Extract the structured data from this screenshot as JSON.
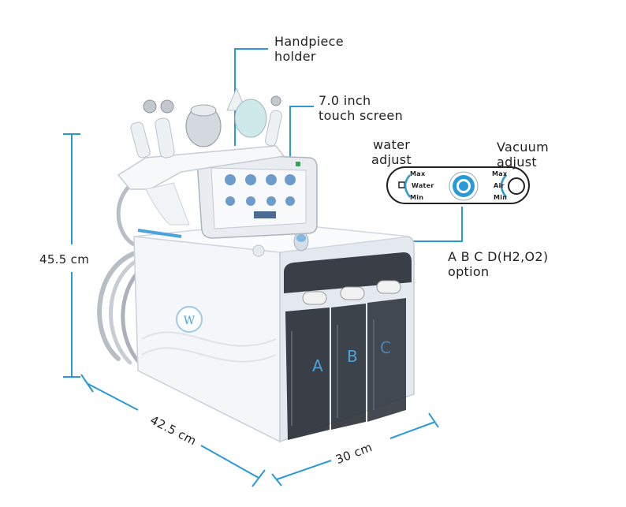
{
  "labels": {
    "handpiece_holder": [
      "Handpiece",
      "holder"
    ],
    "touch_screen": [
      "7.0 inch",
      "touch screen"
    ],
    "water_adjust": [
      "water",
      "adjust"
    ],
    "vacuum_adjust": [
      "Vacuum",
      "adjust"
    ],
    "option": [
      "A B C D(H2,O2)",
      "option"
    ]
  },
  "dimensions": {
    "height": "45.5 cm",
    "depth": "42.5 cm",
    "width": "30 cm"
  },
  "control_panel": {
    "water": {
      "max": "Max",
      "mid": "Water",
      "min": "Min"
    },
    "air": {
      "max": "Max",
      "mid": "Air",
      "min": "Min"
    }
  },
  "tank_letters": [
    "A",
    "B",
    "C"
  ],
  "colors": {
    "callout": "#2a9ad6",
    "body": "#eef2f6",
    "tank": "#2b3038",
    "accent": "#4aa3dc"
  }
}
